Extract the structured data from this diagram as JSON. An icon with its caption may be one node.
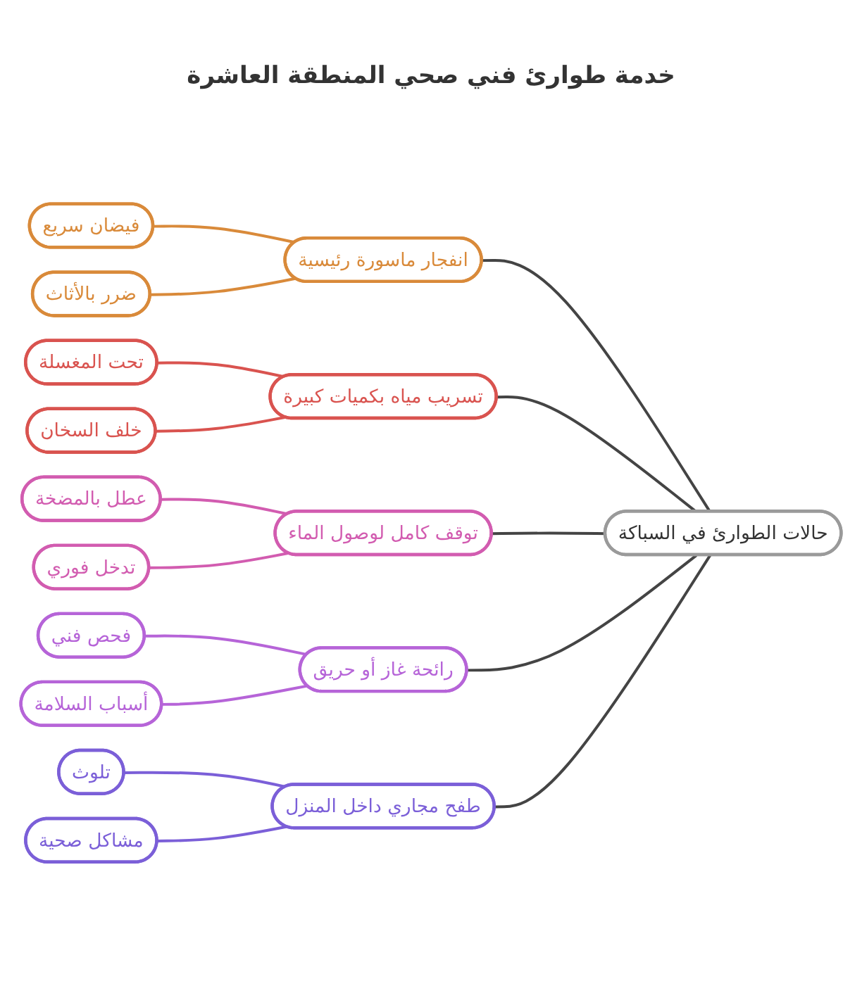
{
  "diagram": {
    "title": "خدمة طوارئ فني صحي المنطقة العاشرة",
    "nodes": [
      {
        "text": [
          "حالات الطوارئ في السباكة"
        ]
      },
      {
        "text": [
          "انفجار ماسورة رئيسية"
        ]
      },
      {
        "text": [
          "فيضان سريع"
        ]
      },
      {
        "text": [
          "ضرر بالأثاث"
        ]
      },
      {
        "text": [
          "تسريب مياه بكميات كبيرة"
        ]
      },
      {
        "text": [
          "تحت المغسلة"
        ]
      },
      {
        "text": [
          "خلف السخان"
        ]
      },
      {
        "text": [
          "توقف كامل لوصول الماء"
        ]
      },
      {
        "text": [
          "عطل بالمضخة"
        ]
      },
      {
        "text": [
          "تدخل فوري"
        ]
      },
      {
        "text": [
          "رائحة غاز أو حريق"
        ]
      },
      {
        "text": [
          "فحص فني"
        ]
      },
      {
        "text": [
          "أسباب السلامة"
        ]
      },
      {
        "text": [
          "طفح مجاري داخل المنزل"
        ]
      },
      {
        "text": [
          "تلوث"
        ]
      },
      {
        "text": [
          "مشاكل صحية"
        ]
      }
    ],
    "edges": [
      {
        "from": 0,
        "to": 1,
        "arrow": "none"
      },
      {
        "from": 1,
        "to": 2,
        "arrow": "none",
        "color": "#d98a3a"
      },
      {
        "from": 1,
        "to": 3,
        "arrow": "none",
        "color": "#d98a3a"
      },
      {
        "from": 0,
        "to": 4,
        "arrow": "none"
      },
      {
        "from": 4,
        "to": 5,
        "arrow": "none",
        "color": "#d9534f"
      },
      {
        "from": 4,
        "to": 6,
        "arrow": "none",
        "color": "#d9534f"
      },
      {
        "from": 0,
        "to": 7,
        "arrow": "none"
      },
      {
        "from": 7,
        "to": 8,
        "arrow": "none",
        "color": "#d25cb0"
      },
      {
        "from": 7,
        "to": 9,
        "arrow": "none",
        "color": "#d25cb0"
      },
      {
        "from": 0,
        "to": 10,
        "arrow": "none"
      },
      {
        "from": 10,
        "to": 11,
        "arrow": "none",
        "color": "#b664d8"
      },
      {
        "from": 10,
        "to": 12,
        "arrow": "none",
        "color": "#b664d8"
      },
      {
        "from": 0,
        "to": 13,
        "arrow": "none"
      },
      {
        "from": 13,
        "to": 14,
        "arrow": "none",
        "color": "#7b5fd8"
      },
      {
        "from": 13,
        "to": 15,
        "arrow": "none",
        "color": "#7b5fd8"
      }
    ]
  }
}
